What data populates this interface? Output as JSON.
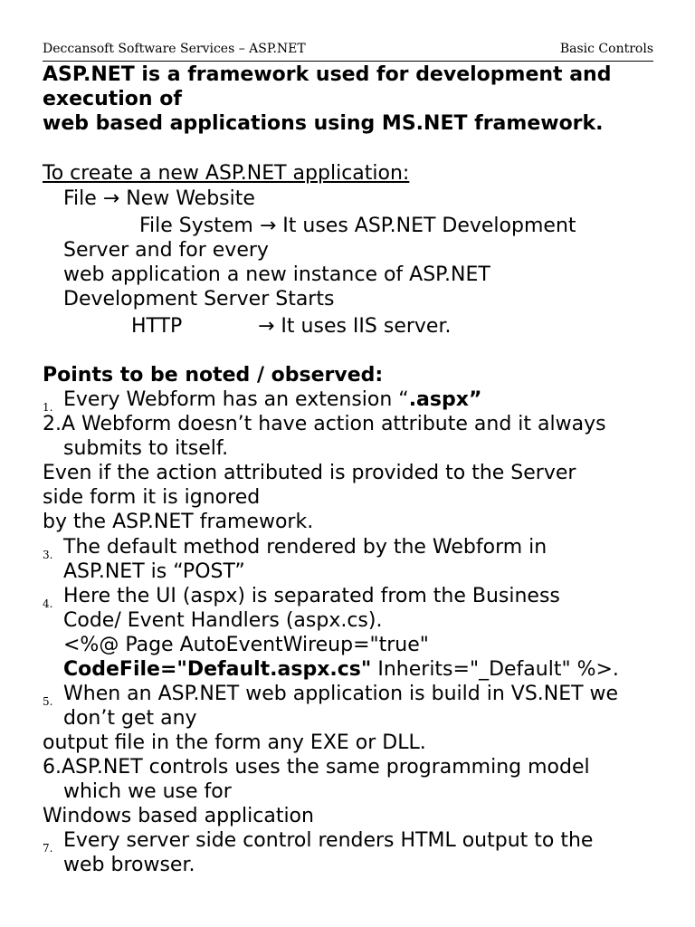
{
  "header": {
    "left": "Deccansoft Software Services – ASP.NET",
    "right": "Basic Controls"
  },
  "intro": {
    "line1": "ASP.NET is a framework used for development and",
    "line2": "execution of",
    "line3": "web based applications using MS.NET framework."
  },
  "create": {
    "heading": "To create a new ASP.NET application:",
    "file_new": "File → New Website",
    "fs1": "File System  → It uses ASP.NET Development",
    "fs2": "Server and for every",
    "fs3": "web application a new instance of ASP.NET",
    "fs4": "Development Server Starts",
    "http_label": "HTTP",
    "http_desc": "→ It uses IIS server."
  },
  "points": {
    "heading": "Points to be noted / observed:",
    "p1_num": "1.",
    "p1_text": "Every Webform has an extension “",
    "p1_bold": ".aspx”",
    "p2_line1": "2.A Webform doesn’t have action attribute and it always",
    "p2_line2": "submits to itself.",
    "p2_line3": "Even if the action attributed is provided to the Server",
    "p2_line4": "side form it is ignored",
    "p2_line5": "by the ASP.NET framework.",
    "p3_num": "3.",
    "p3_line1": "The default method rendered by the Webform in",
    "p3_line2": "ASP.NET is “POST”",
    "p4_num": "4.",
    "p4_line1": "Here the UI (aspx) is separated from the Business",
    "p4_line2": "Code/ Event Handlers (aspx.cs).",
    "p4_line3": "<%@ Page AutoEventWireup=\"true\"",
    "p4_line4_bold": "CodeFile=\"Default.aspx.cs\"",
    "p4_line4_rest": " Inherits=\"_Default\" %>.",
    "p5_num": "5.",
    "p5_line1": "When an ASP.NET web application is build in VS.NET we",
    "p5_line2": "don’t get any",
    "p5_line3": "output file in the form any EXE or DLL.",
    "p6_line1": "6.ASP.NET controls uses the same programming model",
    "p6_line2": "which we use for",
    "p6_line3": "Windows based application",
    "p7_num": "7.",
    "p7_line1": "Every server side control renders HTML output to the",
    "p7_line2": "web browser."
  }
}
